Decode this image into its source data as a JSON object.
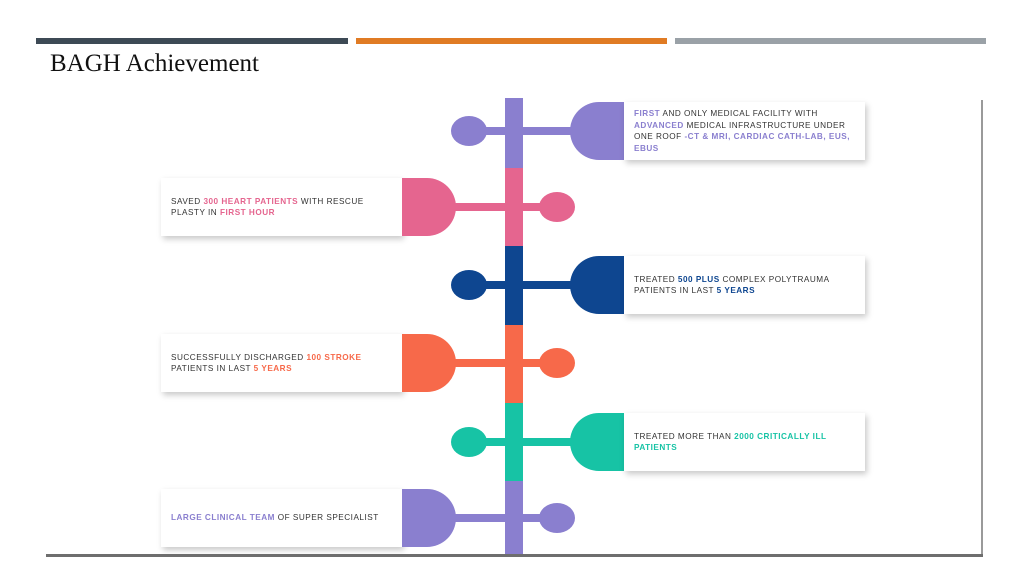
{
  "slide": {
    "title": "BAGH Achievement",
    "accent_colors": [
      "#3d4a55",
      "#e07b24",
      "#9aa1a7"
    ]
  },
  "timeline": {
    "items": [
      {
        "side": "right",
        "color": "#8a7fcf",
        "parts": [
          {
            "text": "FIRST",
            "hl": true
          },
          {
            "text": " AND ONLY MEDICAL FACILITY WITH ",
            "hl": false
          },
          {
            "text": "ADVANCED",
            "hl": true
          },
          {
            "text": " MEDICAL INFRASTRUCTURE UNDER ONE ROOF ",
            "hl": false
          },
          {
            "text": "-CT & MRI, CARDIAC CATH-LAB, EUS, EBUS",
            "hl": true
          }
        ]
      },
      {
        "side": "left",
        "color": "#e5658f",
        "parts": [
          {
            "text": "SAVED ",
            "hl": false
          },
          {
            "text": "300 HEART PATIENTS",
            "hl": true
          },
          {
            "text": " WITH RESCUE PLASTY IN ",
            "hl": false
          },
          {
            "text": "FIRST HOUR",
            "hl": true
          }
        ]
      },
      {
        "side": "right",
        "color": "#0e4690",
        "parts": [
          {
            "text": "TREATED ",
            "hl": false
          },
          {
            "text": "500 PLUS",
            "hl": true
          },
          {
            "text": " COMPLEX POLYTRAUMA PATIENTS IN LAST ",
            "hl": false
          },
          {
            "text": "5 YEARS",
            "hl": true
          }
        ]
      },
      {
        "side": "left",
        "color": "#f7694a",
        "parts": [
          {
            "text": "SUCCESSFULLY DISCHARGED ",
            "hl": false
          },
          {
            "text": "100 STROKE",
            "hl": true
          },
          {
            "text": " PATIENTS IN LAST ",
            "hl": false
          },
          {
            "text": "5 YEARS",
            "hl": true
          }
        ]
      },
      {
        "side": "right",
        "color": "#17c3a5",
        "parts": [
          {
            "text": "TREATED MORE THAN ",
            "hl": false
          },
          {
            "text": "2000 CRITICALLY ILL PATIENTS",
            "hl": true
          }
        ]
      },
      {
        "side": "left",
        "color": "#8a7fcf",
        "parts": [
          {
            "text": "LARGE CLINICAL TEAM",
            "hl": true
          },
          {
            "text": " OF SUPER SPECIALIST",
            "hl": false
          }
        ]
      }
    ]
  }
}
